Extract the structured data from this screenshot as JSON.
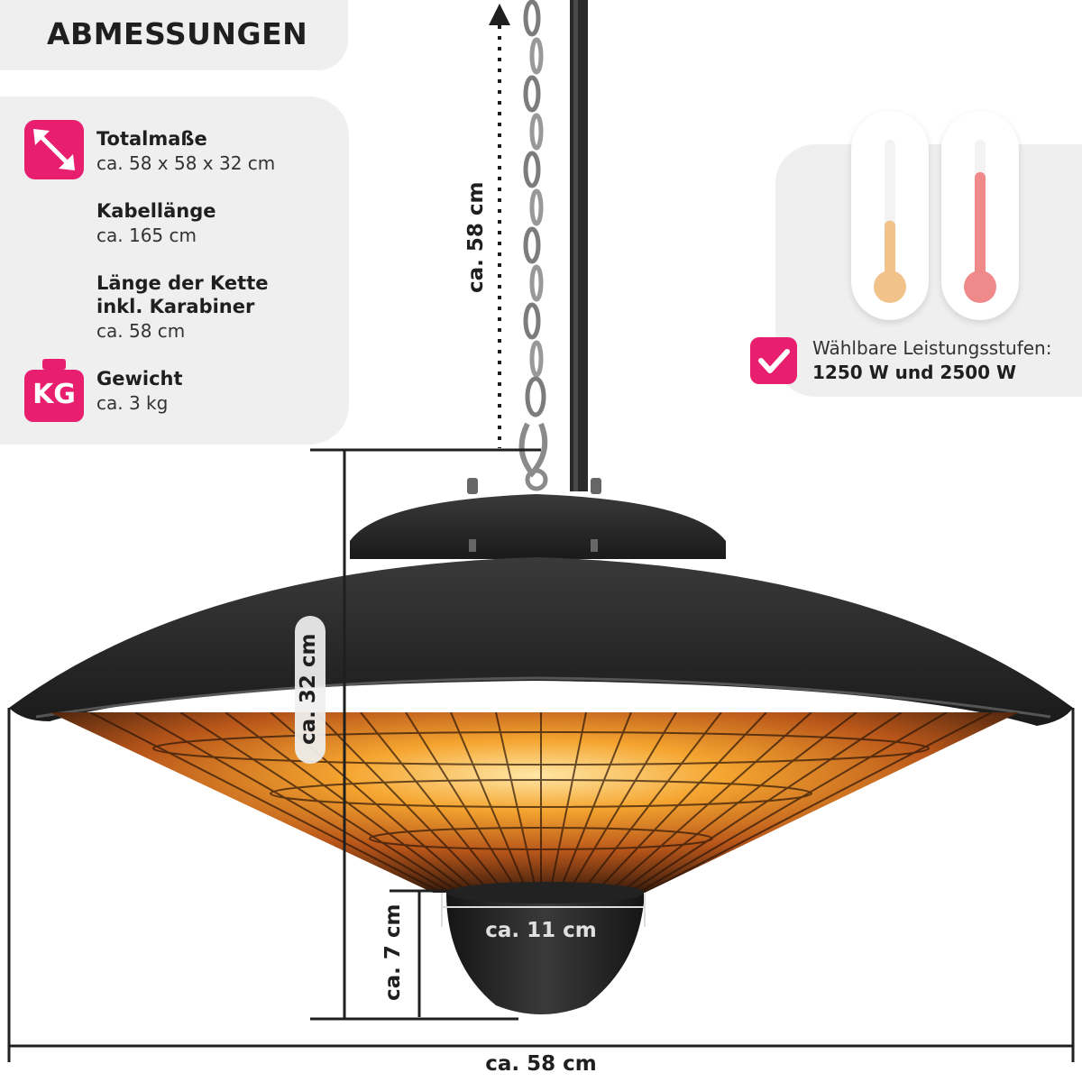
{
  "title": "ABMESSUNGEN",
  "specs": [
    {
      "icon": "resize-diagonal-icon",
      "label": "Totalmaße",
      "value": "ca. 58 x 58 x 32 cm"
    },
    {
      "label": "Kabellänge",
      "value": "ca. 165 cm"
    },
    {
      "label_line1": "Länge der Kette",
      "label_line2": "inkl. Karabiner",
      "value": "ca. 58 cm"
    },
    {
      "icon": "weight-kg-icon",
      "icon_text": "KG",
      "label": "Gewicht",
      "value": "ca. 3 kg"
    }
  ],
  "power": {
    "label": "Wählbare Leistungsstufen:",
    "value": "1250 W und 2500 W",
    "thermometers": [
      {
        "icon": "thermometer-low-icon",
        "level": 0.45,
        "color": "#f2c28b"
      },
      {
        "icon": "thermometer-high-icon",
        "level": 0.78,
        "color": "#f08a8a"
      }
    ]
  },
  "dimensions": {
    "chain": "ca. 58 cm",
    "height": "ca. 32 cm",
    "bottom_height": "ca. 7 cm",
    "bottom_width": "ca. 11 cm",
    "width": "ca. 58 cm"
  },
  "colors": {
    "accent": "#e81e6e",
    "panel": "#efefef",
    "heater_body": "#2b2b2b",
    "glow": "#f0a030"
  }
}
